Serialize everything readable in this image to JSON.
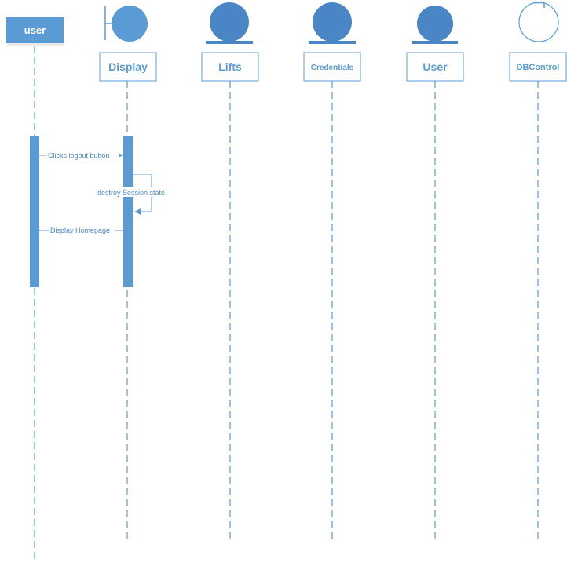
{
  "colors": {
    "accent": "#5b9bd5",
    "accent_dark": "#4a86c5",
    "actor_fill": "#5b9bd5",
    "box_border": "#5b9bd5",
    "lifeline": "#5b9bd5"
  },
  "participants": [
    {
      "id": "user-actor",
      "label": "user",
      "icon": "actor-box"
    },
    {
      "id": "display",
      "label": "Display",
      "icon": "boundary-icon"
    },
    {
      "id": "lifts",
      "label": "Lifts",
      "icon": "entity-icon"
    },
    {
      "id": "credentials",
      "label": "Credentials",
      "icon": "entity-icon"
    },
    {
      "id": "user-entity",
      "label": "User",
      "icon": "entity-icon"
    },
    {
      "id": "dbcontrol",
      "label": "DBControl",
      "icon": "control-icon"
    }
  ],
  "messages": [
    {
      "from": "user-actor",
      "to": "display",
      "label": "Clicks logout button",
      "kind": "sync"
    },
    {
      "from": "display",
      "to": "display",
      "label": "destroy Session state",
      "kind": "self"
    },
    {
      "from": "display",
      "to": "user-actor",
      "label": "Display Homepage",
      "kind": "return"
    }
  ]
}
